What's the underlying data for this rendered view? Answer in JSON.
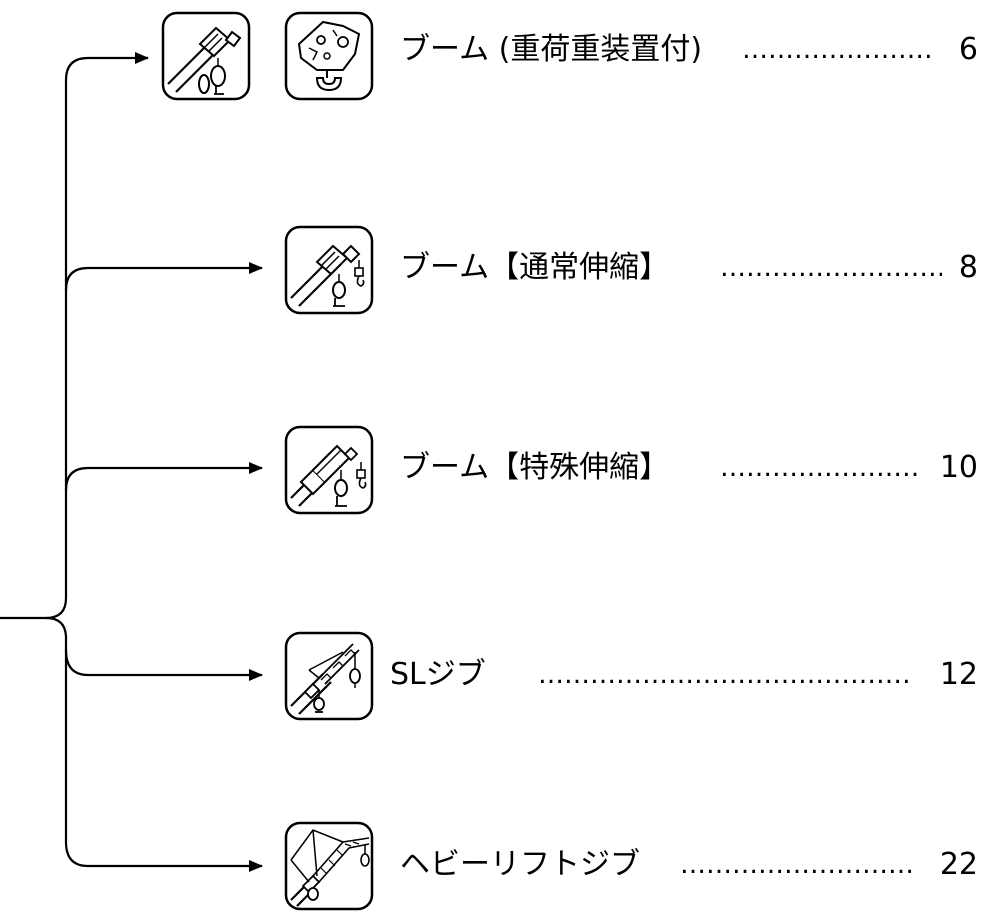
{
  "entries": [
    {
      "label": "ブーム (重荷重装置付)",
      "dots": "………………………………",
      "page": "6",
      "icons": [
        "boom-heavy-icon",
        "hook-block-icon"
      ]
    },
    {
      "label": "ブーム【通常伸縮】",
      "dots": "………………………………",
      "page": "8",
      "icons": [
        "boom-normal-telescoping-icon"
      ]
    },
    {
      "label": "ブーム【特殊伸縮】",
      "dots": "………………………………",
      "page": "10",
      "icons": [
        "boom-special-telescoping-icon"
      ]
    },
    {
      "label": "SLジブ",
      "dots": "……………………………………………",
      "page": "12",
      "icons": [
        "sl-jib-icon"
      ]
    },
    {
      "label": "ヘビーリフトジブ",
      "dots": "………………………………",
      "page": "22",
      "icons": [
        "heavy-lift-jib-icon"
      ]
    }
  ]
}
